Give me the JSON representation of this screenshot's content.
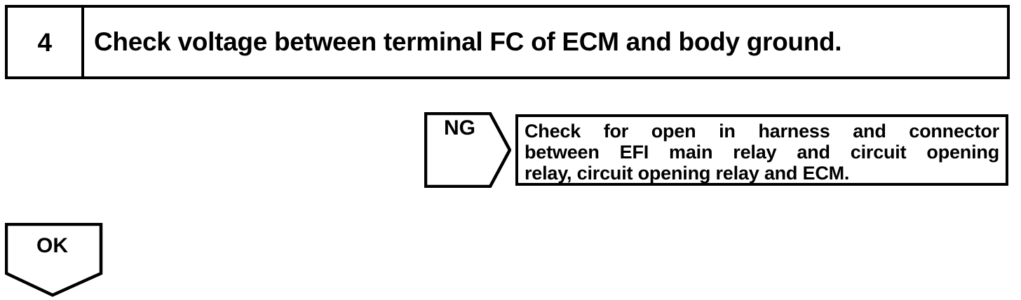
{
  "page": {
    "kind": "diagnostic-troubleshooting-flowchart",
    "background_color": "#ffffff",
    "line_color": "#000000"
  },
  "step": {
    "number": "4",
    "instruction": "Check voltage between terminal FC of ECM and body ground."
  },
  "branches": {
    "ng": {
      "tag_label": "NG",
      "tag_shape": "right-pointing-pentagon",
      "result_lines": [
        "Check for open in harness and connector",
        "between EFI main relay and circuit opening",
        "relay, circuit opening relay and ECM."
      ],
      "result_text": "Check for open in harness and connector between EFI main relay and circuit opening relay, circuit opening relay and ECM."
    },
    "ok": {
      "tag_label": "OK",
      "tag_shape": "down-pointing-pentagon"
    }
  }
}
